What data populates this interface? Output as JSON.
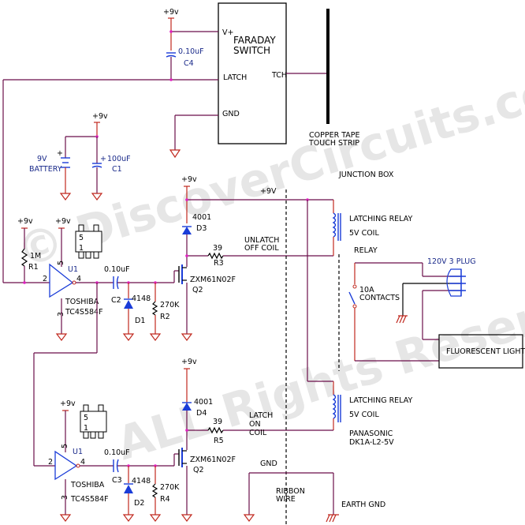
{
  "watermark": {
    "line1": "© DiscoverCircuits.com",
    "line2": "ALL Rights Reserved"
  },
  "faraday_switch": {
    "title_line1": "FARADAY",
    "title_line2": "SWITCH",
    "pin_vplus": "V+",
    "pin_latch": "LATCH",
    "pin_gnd": "GND",
    "pin_tch": "TCH"
  },
  "touch_strip": {
    "line1": "COPPER TAPE",
    "line2": "TOUCH STRIP"
  },
  "c4": {
    "value": "0.10uF",
    "ref": "C4"
  },
  "supply_labels": {
    "plus9v": "+9v",
    "plus9V_upper": "+9V"
  },
  "battery": {
    "plus": "+",
    "line1": "9V",
    "line2": "BATTERY"
  },
  "c1": {
    "value": "100uF",
    "ref": "C1"
  },
  "stage1": {
    "r1_value": "1M",
    "r1_ref": "R1",
    "u1_ref": "U1",
    "u1_pin_in": "2",
    "u1_pin_out": "4",
    "u1_pin_vcc": "5",
    "u1_pin_gnd": "3",
    "u1_mfr": "TOSHIBA",
    "u1_part": "TC4S584F",
    "pkg_pin5": "5",
    "pkg_pin1": "1",
    "cap_value": "0.10uF",
    "cap_ref": "C2",
    "diode_value": "4148",
    "diode_ref": "D1",
    "res_value": "270K",
    "res_ref": "R2",
    "flyback_value": "4001",
    "flyback_ref": "D3",
    "rser_value": "39",
    "rser_ref": "R3",
    "fet_part": "ZXM61N02F",
    "fet_ref": "Q2",
    "coil_label_line1": "UNLATCH",
    "coil_label_line2": "OFF COIL"
  },
  "stage2": {
    "u1_ref": "U1",
    "u1_pin_in": "2",
    "u1_pin_out": "4",
    "u1_pin_vcc": "5",
    "u1_pin_gnd": "3",
    "u1_mfr": "TOSHIBA",
    "u1_part": "TC4S584F",
    "pkg_pin5": "5",
    "pkg_pin1": "1",
    "cap_value": "0.10uF",
    "cap_ref": "C3",
    "diode_value": "4148",
    "diode_ref": "D2",
    "res_value": "270K",
    "res_ref": "R4",
    "flyback_value": "4001",
    "flyback_ref": "D4",
    "rser_value": "39",
    "rser_ref": "R5",
    "fet_part": "ZXM61N02F",
    "fet_ref": "Q2",
    "coil_label_line1": "LATCH",
    "coil_label_line2": "ON",
    "coil_label_line3": "COIL"
  },
  "junction_box": "JUNCTION BOX",
  "relay": {
    "coil1_line1": "LATCHING RELAY",
    "coil1_line2": "5V COIL",
    "relay_label": "RELAY",
    "contacts_line1": "10A",
    "contacts_line2": "CONTACTS",
    "coil2_line1": "LATCHING RELAY",
    "coil2_line2": "5V COIL",
    "mfr": "PANASONIC",
    "part": "DK1A-L2-5V"
  },
  "plug": "120V 3 PLUG",
  "lights": "FLUORESCENT LIGHTS",
  "bottom": {
    "gnd": "GND",
    "ribbon_line1": "RIBBON",
    "ribbon_line2": "WIRE",
    "earth": "EARTH GND"
  }
}
